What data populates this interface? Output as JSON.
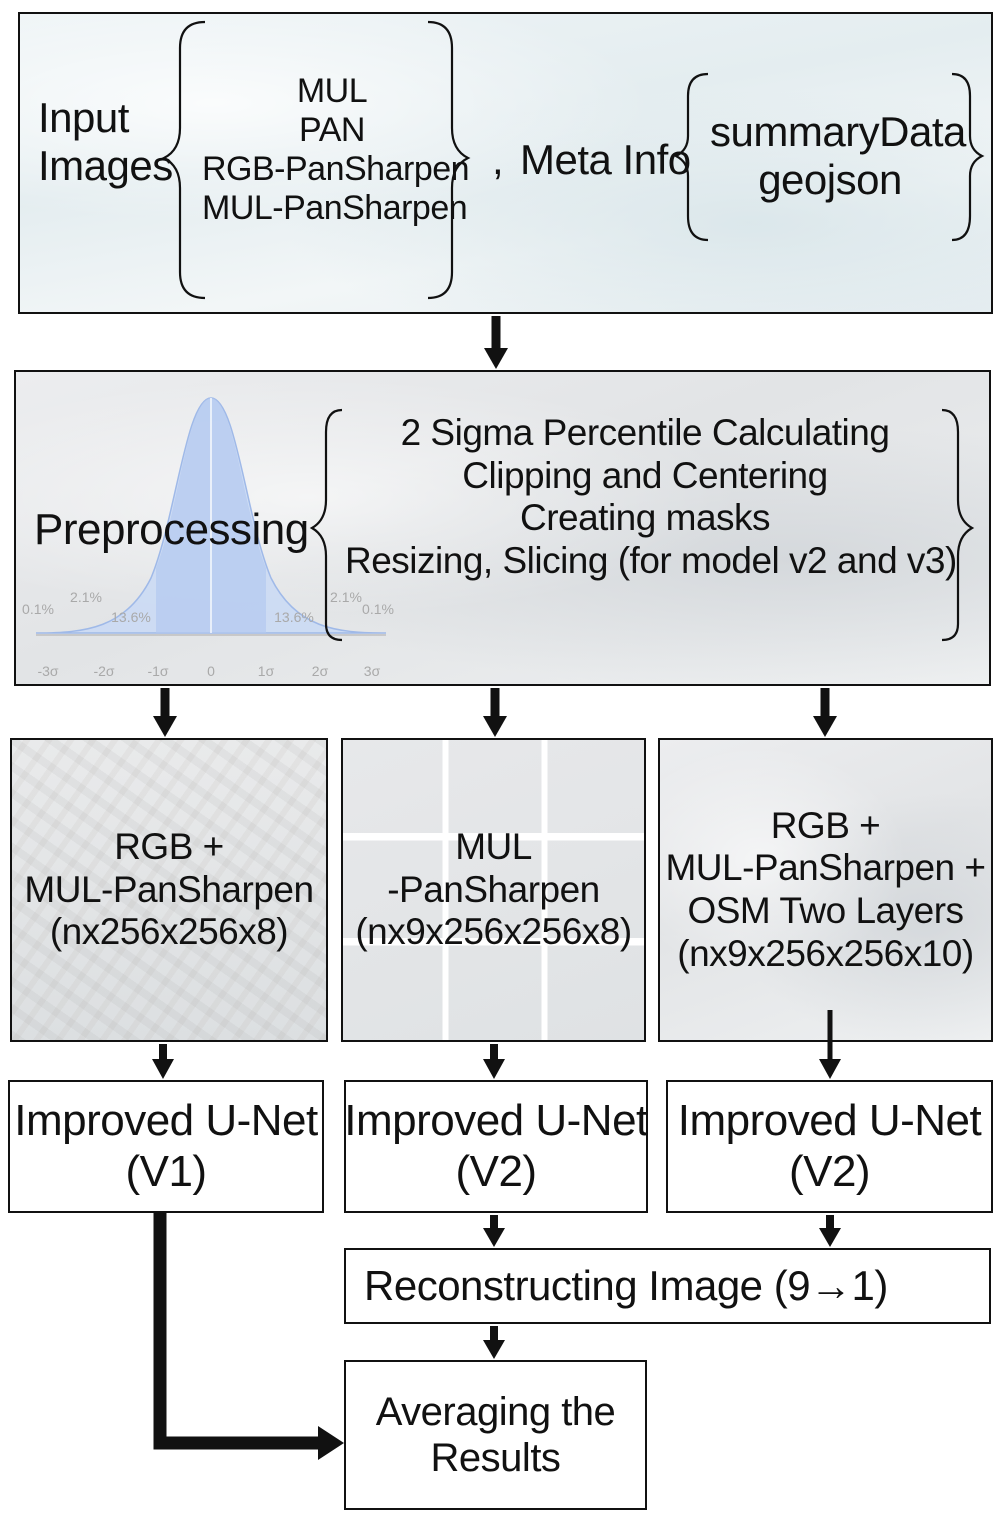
{
  "input_box": {
    "input_label_line1": "Input",
    "input_label_line2": "Images",
    "images": [
      "MUL",
      "PAN",
      "RGB-PanSharpen",
      "MUL-PanSharpen"
    ],
    "comma": ",",
    "meta_label": "Meta Info",
    "meta_items": [
      "summaryData",
      "geojson"
    ]
  },
  "preprocess_box": {
    "label": "Preprocessing",
    "steps": [
      "2 Sigma Percentile Calculating",
      "Clipping and Centering",
      "Creating masks",
      "Resizing, Slicing (for model v2 and v3)"
    ],
    "bell_curve": {
      "percent_labels": [
        "0.1%",
        "2.1%",
        "13.6%",
        "13.6%",
        "2.1%",
        "0.1%"
      ],
      "sigma_ticks": [
        "-3σ",
        "-2σ",
        "-1σ",
        "0",
        "1σ",
        "2σ",
        "3σ"
      ]
    }
  },
  "input_configs": [
    {
      "lines": [
        "RGB +",
        "MUL-PanSharpen",
        "(nx256x256x8)"
      ]
    },
    {
      "lines": [
        "MUL",
        "-PanSharpen",
        "(nx9x256x256x8)"
      ]
    },
    {
      "lines": [
        "RGB +",
        "MUL-PanSharpen +",
        "OSM Two Layers",
        "(nx9x256x256x10)"
      ]
    }
  ],
  "models": [
    {
      "name": "Improved U-Net",
      "version": "(V1)"
    },
    {
      "name": "Improved U-Net",
      "version": "(V2)"
    },
    {
      "name": "Improved U-Net",
      "version": "(V2)"
    }
  ],
  "reconstruct": {
    "label": "Reconstructing Image (9→1)"
  },
  "average": {
    "line1": "Averaging the",
    "line2": "Results"
  },
  "colors": {
    "stroke": "#111111",
    "bell_fill": "#c9d9f5",
    "bell_band": "#b3c9f0"
  }
}
